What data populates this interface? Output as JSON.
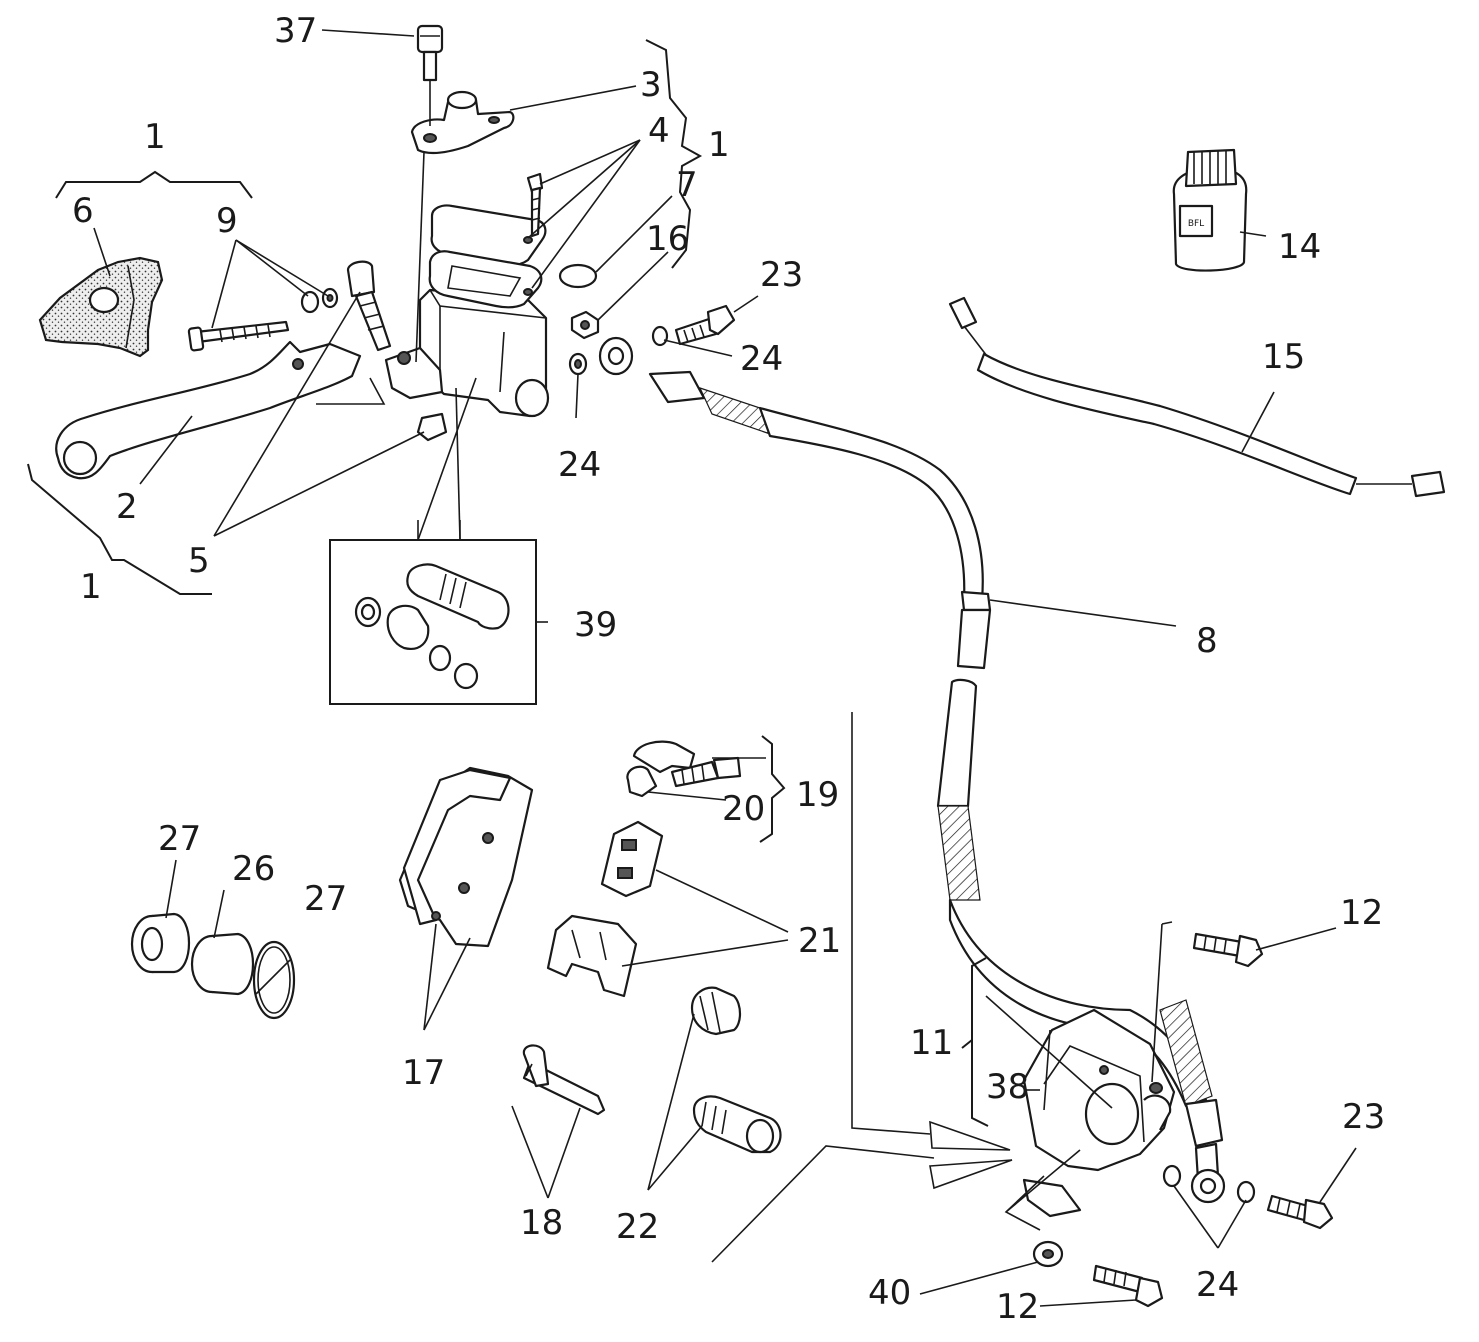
{
  "callouts": {
    "c1_top_left": "1",
    "c1_right_bracket": "1",
    "c1_bottom_left": "1",
    "c2": "2",
    "c3": "3",
    "c4": "4",
    "c5": "5",
    "c6": "6",
    "c7": "7",
    "c8": "8",
    "c9": "9",
    "c11": "11",
    "c12_top": "12",
    "c12_bottom": "12",
    "c14": "14",
    "c15": "15",
    "c16": "16",
    "c17": "17",
    "c18": "18",
    "c19": "19",
    "c20": "20",
    "c21": "21",
    "c22": "22",
    "c23_top": "23",
    "c23_bottom": "23",
    "c24_a": "24",
    "c24_b": "24",
    "c24_c": "24",
    "c26": "26",
    "c27_left": "27",
    "c27_right": "27",
    "c37": "37",
    "c38": "38",
    "c39": "39",
    "c40": "40"
  },
  "bottle_label": "BFL"
}
